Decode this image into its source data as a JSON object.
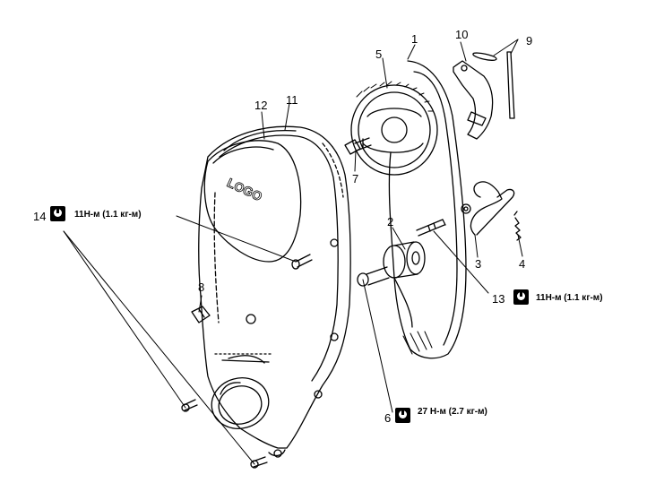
{
  "callouts": {
    "n1": "1",
    "n2": "2",
    "n3": "3",
    "n4": "4",
    "n5": "5",
    "n6": "6",
    "n7": "7",
    "n8": "8",
    "n9": "9",
    "n10": "10",
    "n11": "11",
    "n12": "12",
    "n13": "13",
    "n14": "14"
  },
  "torque_specs": {
    "item14": "11Н-м (1.1 кг-м)",
    "item13": "11Н-м (1.1 кг-м)",
    "item6": "27 Н-м (2.7 кг-м)"
  },
  "icons": {
    "torque": "torque-wrench-icon"
  }
}
